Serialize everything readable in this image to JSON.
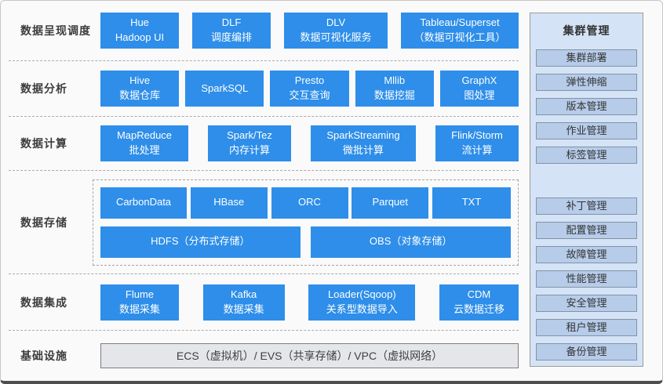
{
  "rows": [
    {
      "label": "数据呈现调度",
      "boxes": [
        "Hue\nHadoop UI",
        "DLF\n调度编排",
        "DLV\n数据可视化服务",
        "Tableau/Superset\n（数据可视化工具）"
      ]
    },
    {
      "label": "数据分析",
      "boxes": [
        "Hive\n数据仓库",
        "SparkSQL",
        "Presto\n交互查询",
        "Mllib\n数据挖掘",
        "GraphX\n图处理"
      ]
    },
    {
      "label": "数据计算",
      "boxes": [
        "MapReduce\n批处理",
        "Spark/Tez\n内存计算",
        "SparkStreaming\n微批计算",
        "Flink/Storm\n流计算"
      ]
    },
    {
      "label": "数据存储",
      "formats": [
        "CarbonData",
        "HBase",
        "ORC",
        "Parquet",
        "TXT"
      ],
      "stores": [
        "HDFS（分布式存储）",
        "OBS（对象存储）"
      ]
    },
    {
      "label": "数据集成",
      "boxes": [
        "Flume\n数据采集",
        "Kafka\n数据采集",
        "Loader(Sqoop)\n关系型数据导入",
        "CDM\n云数据迁移"
      ]
    },
    {
      "label": "基础设施",
      "infrastructure": "ECS（虚拟机）/ EVS（共享存储）/ VPC（虚拟网络）"
    }
  ],
  "sidebar": {
    "title": "集群管理",
    "group1": [
      "集群部署",
      "弹性伸缩",
      "版本管理",
      "作业管理",
      "标签管理"
    ],
    "group2": [
      "补丁管理",
      "配置管理",
      "故障管理",
      "性能管理",
      "安全管理",
      "租户管理",
      "备份管理"
    ]
  },
  "colors": {
    "component_blue": "#2E8EE9",
    "sidebar_panel_bg": "#D4E4F6",
    "sidebar_item_bg": "#B7CCE9",
    "infrastructure_gray": "#E4E6E9",
    "text_dark": "#3C3C3C",
    "box_text": "#FFFFFF"
  }
}
